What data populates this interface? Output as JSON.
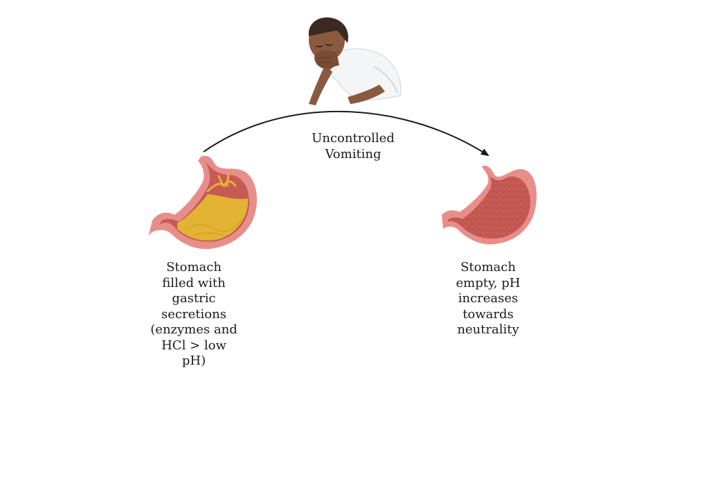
{
  "diagram": {
    "arrow_label": "Uncontrolled\nVomiting",
    "left_stomach": {
      "caption": "Stomach\nfilled with\ngastric\nsecretions\n(enzymes and\nHCl > low\npH)"
    },
    "right_stomach": {
      "caption": "Stomach\nempty, pH\nincreases\ntowards\nneutrality"
    },
    "colors": {
      "stomach_wall": "#e88e8a",
      "stomach_lining": "#c65a55",
      "gastric_secretion": "#e3b334",
      "arrow": "#1a1a1a",
      "shirt": "#f4f5f7",
      "skin": "#8a5a40",
      "hair": "#3a2a22"
    }
  }
}
